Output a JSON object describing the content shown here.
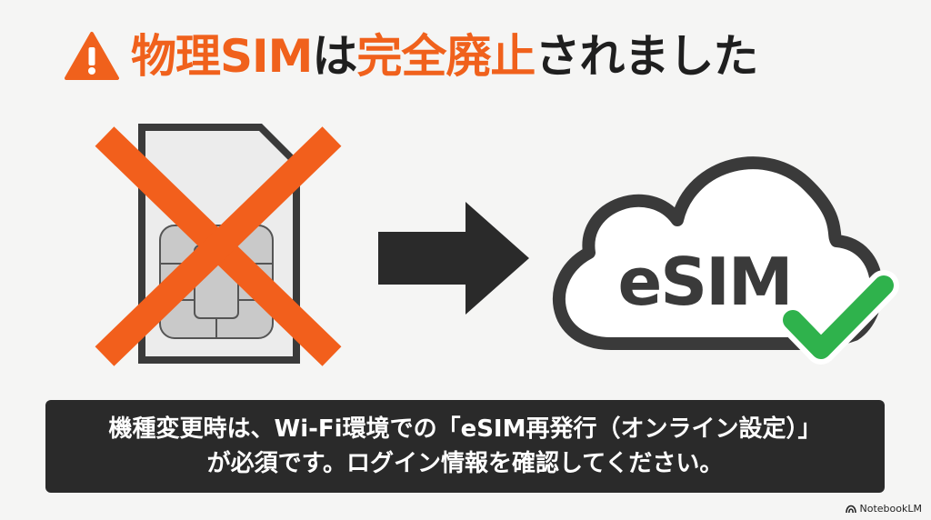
{
  "headline": {
    "part1": "物理SIM",
    "part2": "は",
    "part3": "完全廃止",
    "part4": "されました"
  },
  "esim_label": "eSIM",
  "notice": {
    "line1": "機種変更時は、Wi-Fi環境での「eSIM再発行（オンライン設定）」",
    "line2": "が必須です。ログイン情報を確認してください。"
  },
  "brand": "NotebookLM",
  "colors": {
    "accent": "#f0611c",
    "check": "#2fb24c",
    "dark": "#2a2a2a"
  }
}
